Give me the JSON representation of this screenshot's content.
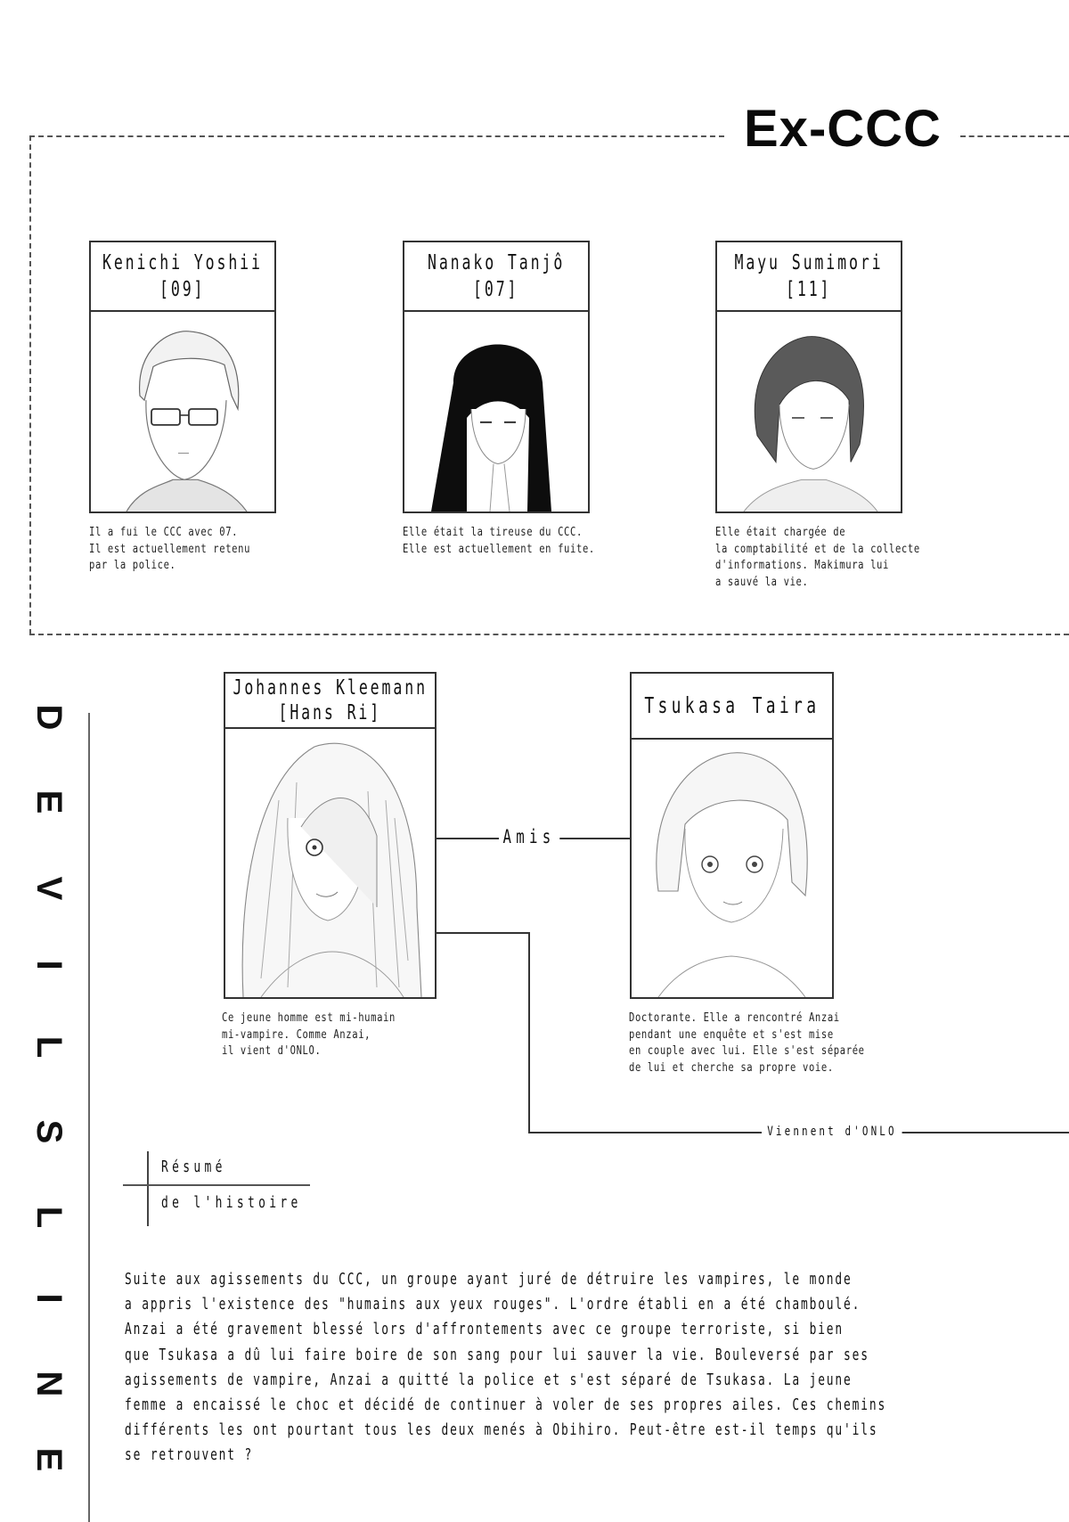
{
  "page": {
    "section_title": "Ex-CCC",
    "series_title_vertical": [
      "D",
      "E",
      "V",
      "I",
      "L",
      "S",
      "L",
      "I",
      "N",
      "E"
    ]
  },
  "ex_ccc": {
    "characters": [
      {
        "name": "Kenichi Yoshii",
        "code": "[09]",
        "portrait": "character-portrait-glasses-short-hair",
        "description": [
          "Il a fui le CCC avec 07.",
          "Il est actuellement retenu",
          "par la police."
        ]
      },
      {
        "name": "Nanako Tanjô",
        "code": "[07]",
        "portrait": "character-portrait-long-black-hair",
        "description": [
          "Elle était la tireuse du CCC.",
          "Elle est actuellement en fuite."
        ]
      },
      {
        "name": "Mayu Sumimori",
        "code": "[11]",
        "portrait": "character-portrait-dark-bob-hair",
        "description": [
          "Elle était chargée de",
          "la comptabilité et de la collecte",
          "d'informations. Makimura lui",
          "a sauvé la vie."
        ]
      }
    ]
  },
  "main_characters": [
    {
      "name": "Johannes Kleemann",
      "alias": "[Hans Ri]",
      "portrait": "character-portrait-long-light-hair",
      "description": [
        "Ce jeune homme est mi-humain",
        "mi-vampire. Comme Anzai,",
        "il vient d'ONLO."
      ]
    },
    {
      "name": "Tsukasa Taira",
      "alias": "",
      "portrait": "character-portrait-short-light-hair",
      "description": [
        "Doctorante. Elle a rencontré Anzai",
        "pendant une enquête et s'est mise",
        "en couple avec lui. Elle s'est séparée",
        "de lui et cherche sa propre voie."
      ]
    }
  ],
  "relations": {
    "friends_label": "Amis",
    "onlo_label": "Viennent d'ONLO"
  },
  "summary": {
    "heading_line1": "Résumé",
    "heading_line2": "de l'histoire",
    "lines": [
      "Suite aux agissements du CCC, un groupe ayant juré de détruire les vampires, le monde",
      "a appris l'existence des \"humains aux yeux rouges\". L'ordre établi en a été chamboulé.",
      "Anzai a été gravement blessé lors d'affrontements avec ce groupe terroriste, si bien",
      "que Tsukasa a dû lui faire boire de son sang pour lui sauver la vie. Bouleversé par ses",
      "agissements de vampire, Anzai a quitté la police et s'est séparé de Tsukasa. La jeune",
      "femme a encaissé le choc et décidé de continuer à voler de ses propres ailes. Ces chemins",
      "différents les ont pourtant tous les deux menés à Obihiro. Peut-être est-il temps qu'ils",
      "se retrouvent ?"
    ]
  },
  "colors": {
    "ink": "#111111",
    "frame": "#333333",
    "dash": "#555555",
    "paper": "#ffffff"
  }
}
